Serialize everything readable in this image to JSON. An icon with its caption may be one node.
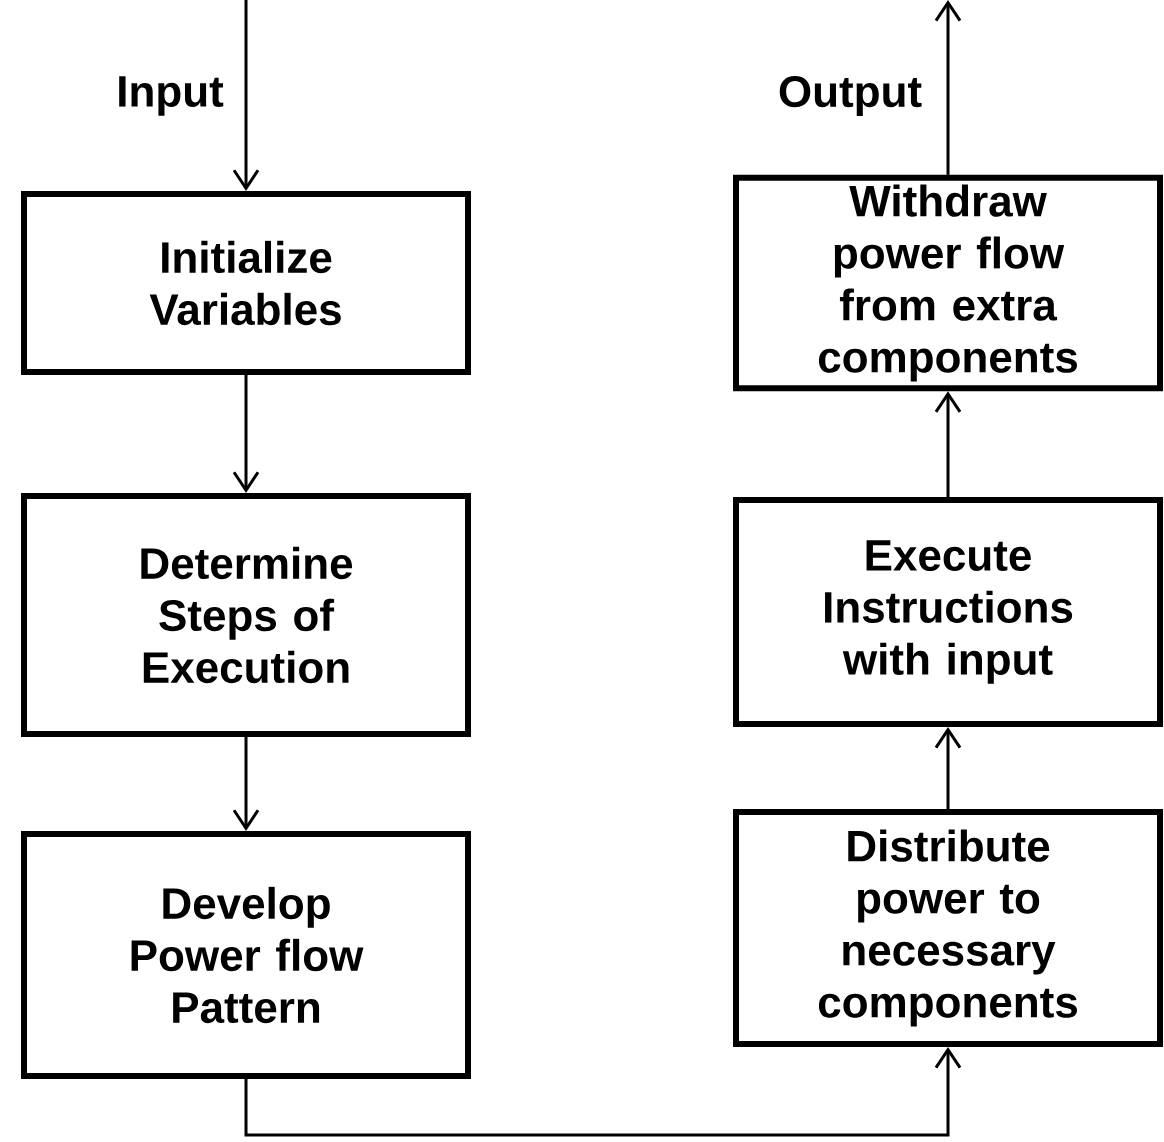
{
  "diagram": {
    "nodes": [
      {
        "text": [
          "Initialize Variables"
        ]
      },
      {
        "text": [
          "Determine Steps of Execution"
        ]
      },
      {
        "text": [
          "Develop Power flow Pattern"
        ]
      },
      {
        "text": [
          "Distribute power to necessary components"
        ]
      },
      {
        "text": [
          "Execute Instructions with input"
        ]
      },
      {
        "text": [
          "Withdraw power flow from extra components"
        ]
      }
    ],
    "edges": [
      {
        "from": null,
        "to": 0,
        "arrow": "to",
        "label": "Input"
      },
      {
        "from": 0,
        "to": 1,
        "arrow": "to"
      },
      {
        "from": 1,
        "to": 2,
        "arrow": "to"
      },
      {
        "from": 2,
        "to": 3,
        "arrow": "to"
      },
      {
        "from": 3,
        "to": 4,
        "arrow": "to"
      },
      {
        "from": 4,
        "to": 5,
        "arrow": "to"
      },
      {
        "from": 5,
        "to": null,
        "arrow": "to",
        "label": "Output"
      }
    ]
  }
}
